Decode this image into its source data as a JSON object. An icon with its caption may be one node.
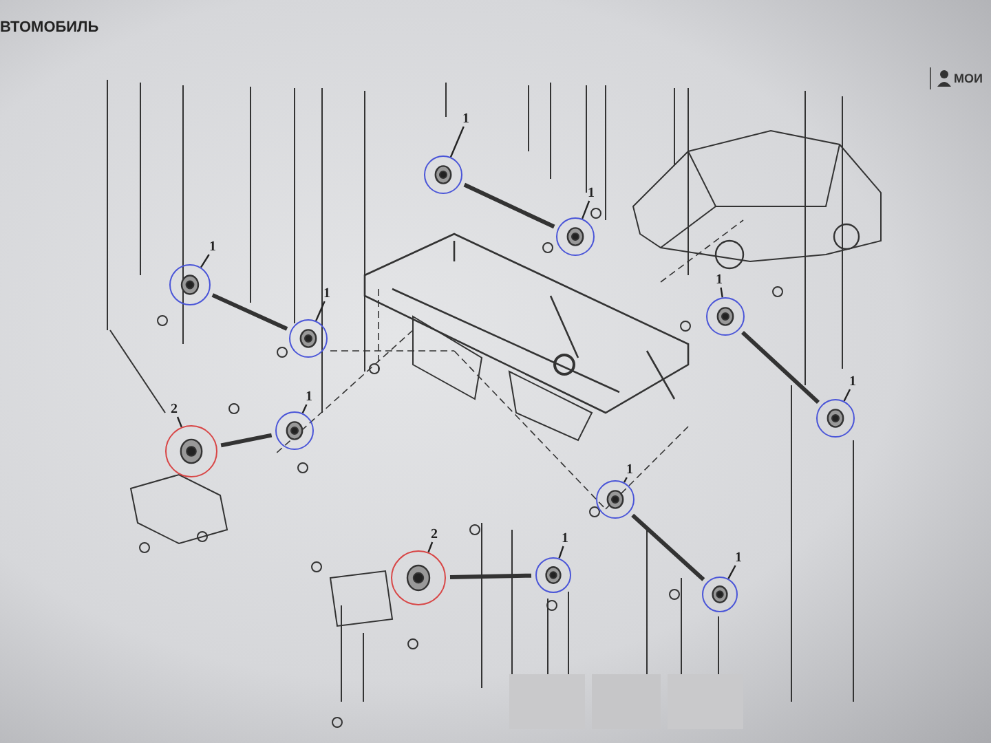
{
  "diagram": {
    "nodes": [
      {
        "text": [
          "1"
        ]
      },
      {
        "text": [],
        "shape": "circle"
      },
      {
        "text": [
          "1"
        ]
      },
      {
        "text": [],
        "shape": "circle"
      },
      {
        "text": [
          "1"
        ]
      },
      {
        "text": [],
        "shape": "circle"
      },
      {
        "text": [
          "1"
        ]
      },
      {
        "text": [],
        "shape": "circle"
      },
      {
        "text": [
          "1"
        ]
      },
      {
        "text": [],
        "shape": "circle"
      },
      {
        "text": [
          "1"
        ]
      },
      {
        "text": [],
        "shape": "circle"
      },
      {
        "text": [
          "2"
        ]
      },
      {
        "text": [],
        "shape": "circle"
      },
      {
        "text": [
          "1"
        ]
      },
      {
        "text": [],
        "shape": "circle"
      },
      {
        "text": [
          "1"
        ]
      },
      {
        "text": [],
        "shape": "circle"
      },
      {
        "text": [
          "2"
        ]
      },
      {
        "text": [],
        "shape": "circle"
      },
      {
        "text": [
          "1"
        ]
      },
      {
        "text": [],
        "shape": "circle"
      },
      {
        "text": [
          "1"
        ]
      },
      {
        "text": [],
        "shape": "circle"
      }
    ],
    "edges": [
      {
        "from": 0,
        "to": 1,
        "arrow": "none"
      },
      {
        "from": 2,
        "to": 3,
        "arrow": "none"
      },
      {
        "from": 4,
        "to": 5,
        "arrow": "none"
      },
      {
        "from": 6,
        "to": 7,
        "arrow": "none"
      },
      {
        "from": 8,
        "to": 9,
        "arrow": "none"
      },
      {
        "from": 10,
        "to": 11,
        "arrow": "none"
      },
      {
        "from": 12,
        "to": 13,
        "arrow": "none"
      },
      {
        "from": 14,
        "to": 15,
        "arrow": "none"
      },
      {
        "from": 16,
        "to": 17,
        "arrow": "none"
      },
      {
        "from": 18,
        "to": 19,
        "arrow": "none"
      },
      {
        "from": 20,
        "to": 21,
        "arrow": "none"
      },
      {
        "from": 22,
        "to": 23,
        "arrow": "none"
      }
    ],
    "labels": [
      "ВТОМОБИЛЬ",
      "МОИ"
    ]
  }
}
